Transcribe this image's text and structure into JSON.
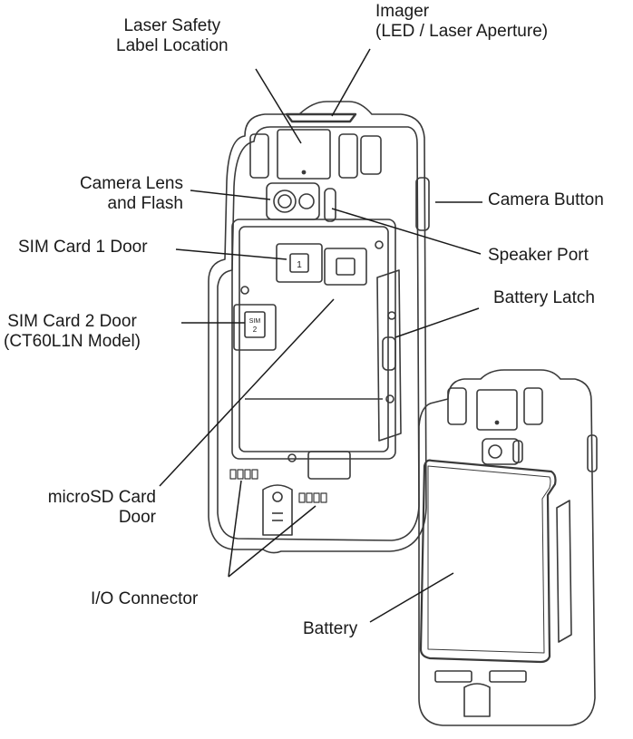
{
  "labels": {
    "laser_safety": [
      "Laser Safety",
      "Label Location"
    ],
    "imager": [
      "Imager",
      "(LED / Laser Aperture)"
    ],
    "camera_lens": [
      "Camera Lens",
      "and Flash"
    ],
    "camera_button": "Camera Button",
    "sim1": "SIM Card 1 Door",
    "speaker": "Speaker Port",
    "battery_latch": "Battery Latch",
    "sim2": [
      "SIM Card 2 Door",
      "(CT60L1N Model)"
    ],
    "microsd": [
      "microSD Card",
      "Door"
    ],
    "io_connector": "I/O Connector",
    "battery": "Battery"
  },
  "sim_door_marks": {
    "sim1": "1",
    "sim2": [
      "SIM",
      "2"
    ]
  },
  "colors": {
    "line": "#1a1a1a",
    "device_outline": "#3a3a3a",
    "fill": "#ffffff"
  }
}
